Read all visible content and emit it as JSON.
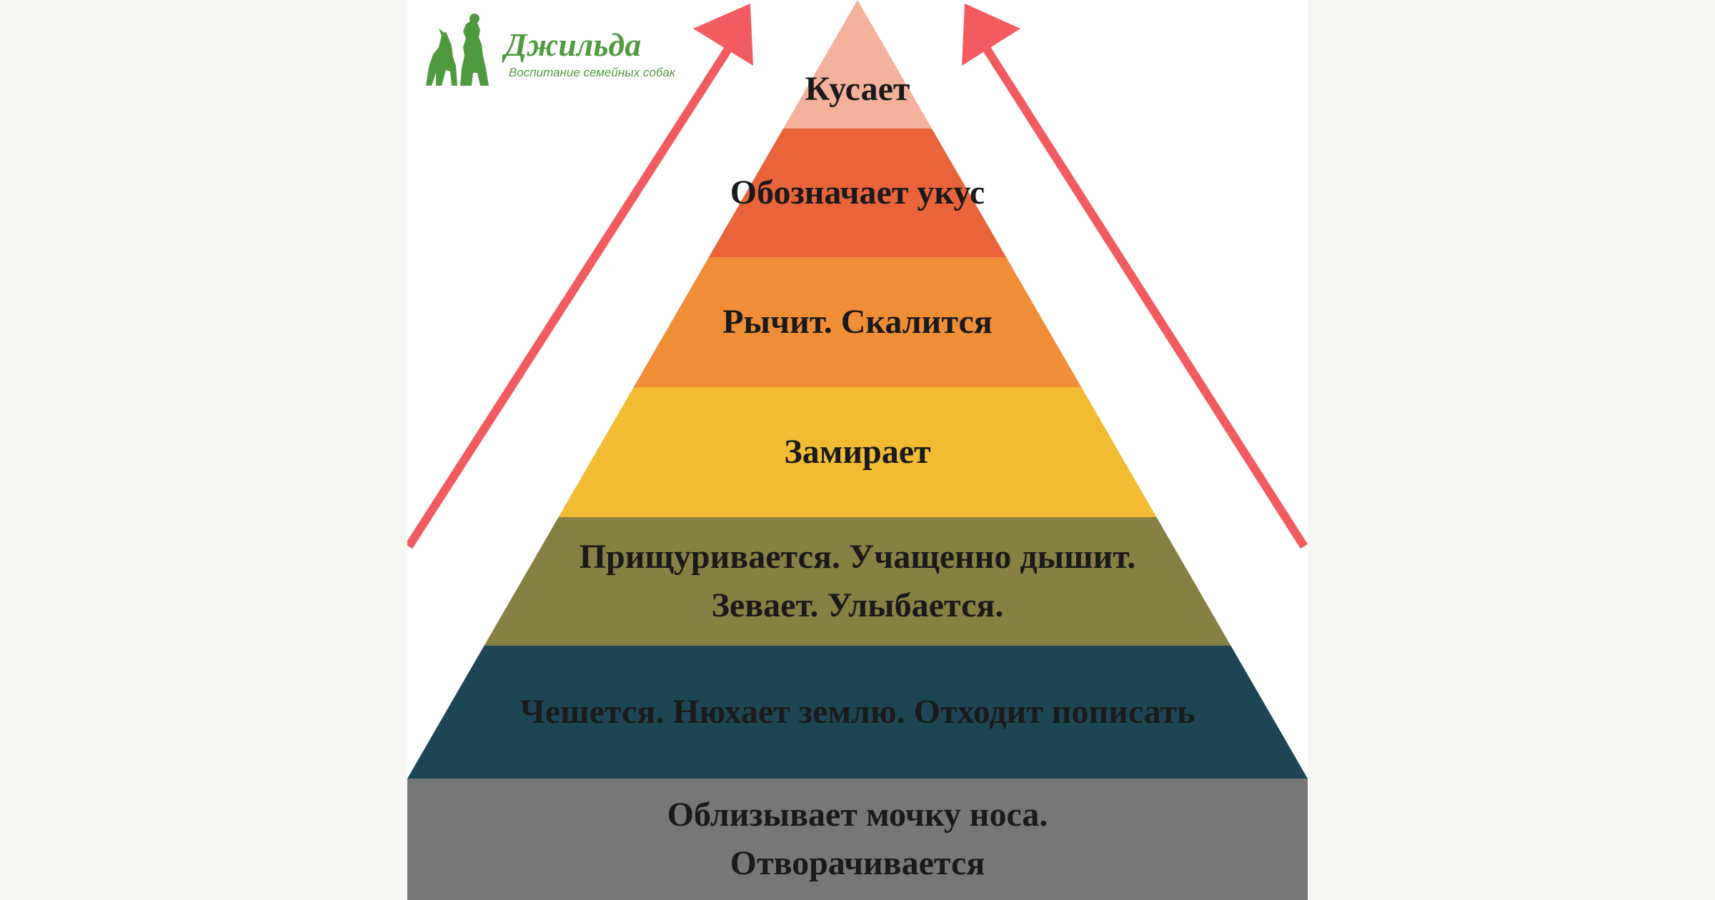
{
  "logo": {
    "title": "Джильда",
    "subtitle": "Воспитание семейных собак",
    "color": "#4f9a3f"
  },
  "arrow_color": "#f25b5f",
  "levels": [
    {
      "lines": [
        "Кусает"
      ],
      "color": "#f4b19b"
    },
    {
      "lines": [
        "Обозначает укус"
      ],
      "color": "#e9643a"
    },
    {
      "lines": [
        "Рычит. Скалится"
      ],
      "color": "#ef8e36"
    },
    {
      "lines": [
        "Замирает"
      ],
      "color": "#f1bb33"
    },
    {
      "lines": [
        "Прищуривается. Учащенно дышит.",
        "Зевает. Улыбается."
      ],
      "color": "#868043"
    },
    {
      "lines": [
        "Чешется. Нюхает землю. Отходит пописать"
      ],
      "color": "#1c4654"
    },
    {
      "lines": [
        "Облизывает мочку носа.",
        "Отворачивается"
      ],
      "color": "#777777"
    }
  ]
}
